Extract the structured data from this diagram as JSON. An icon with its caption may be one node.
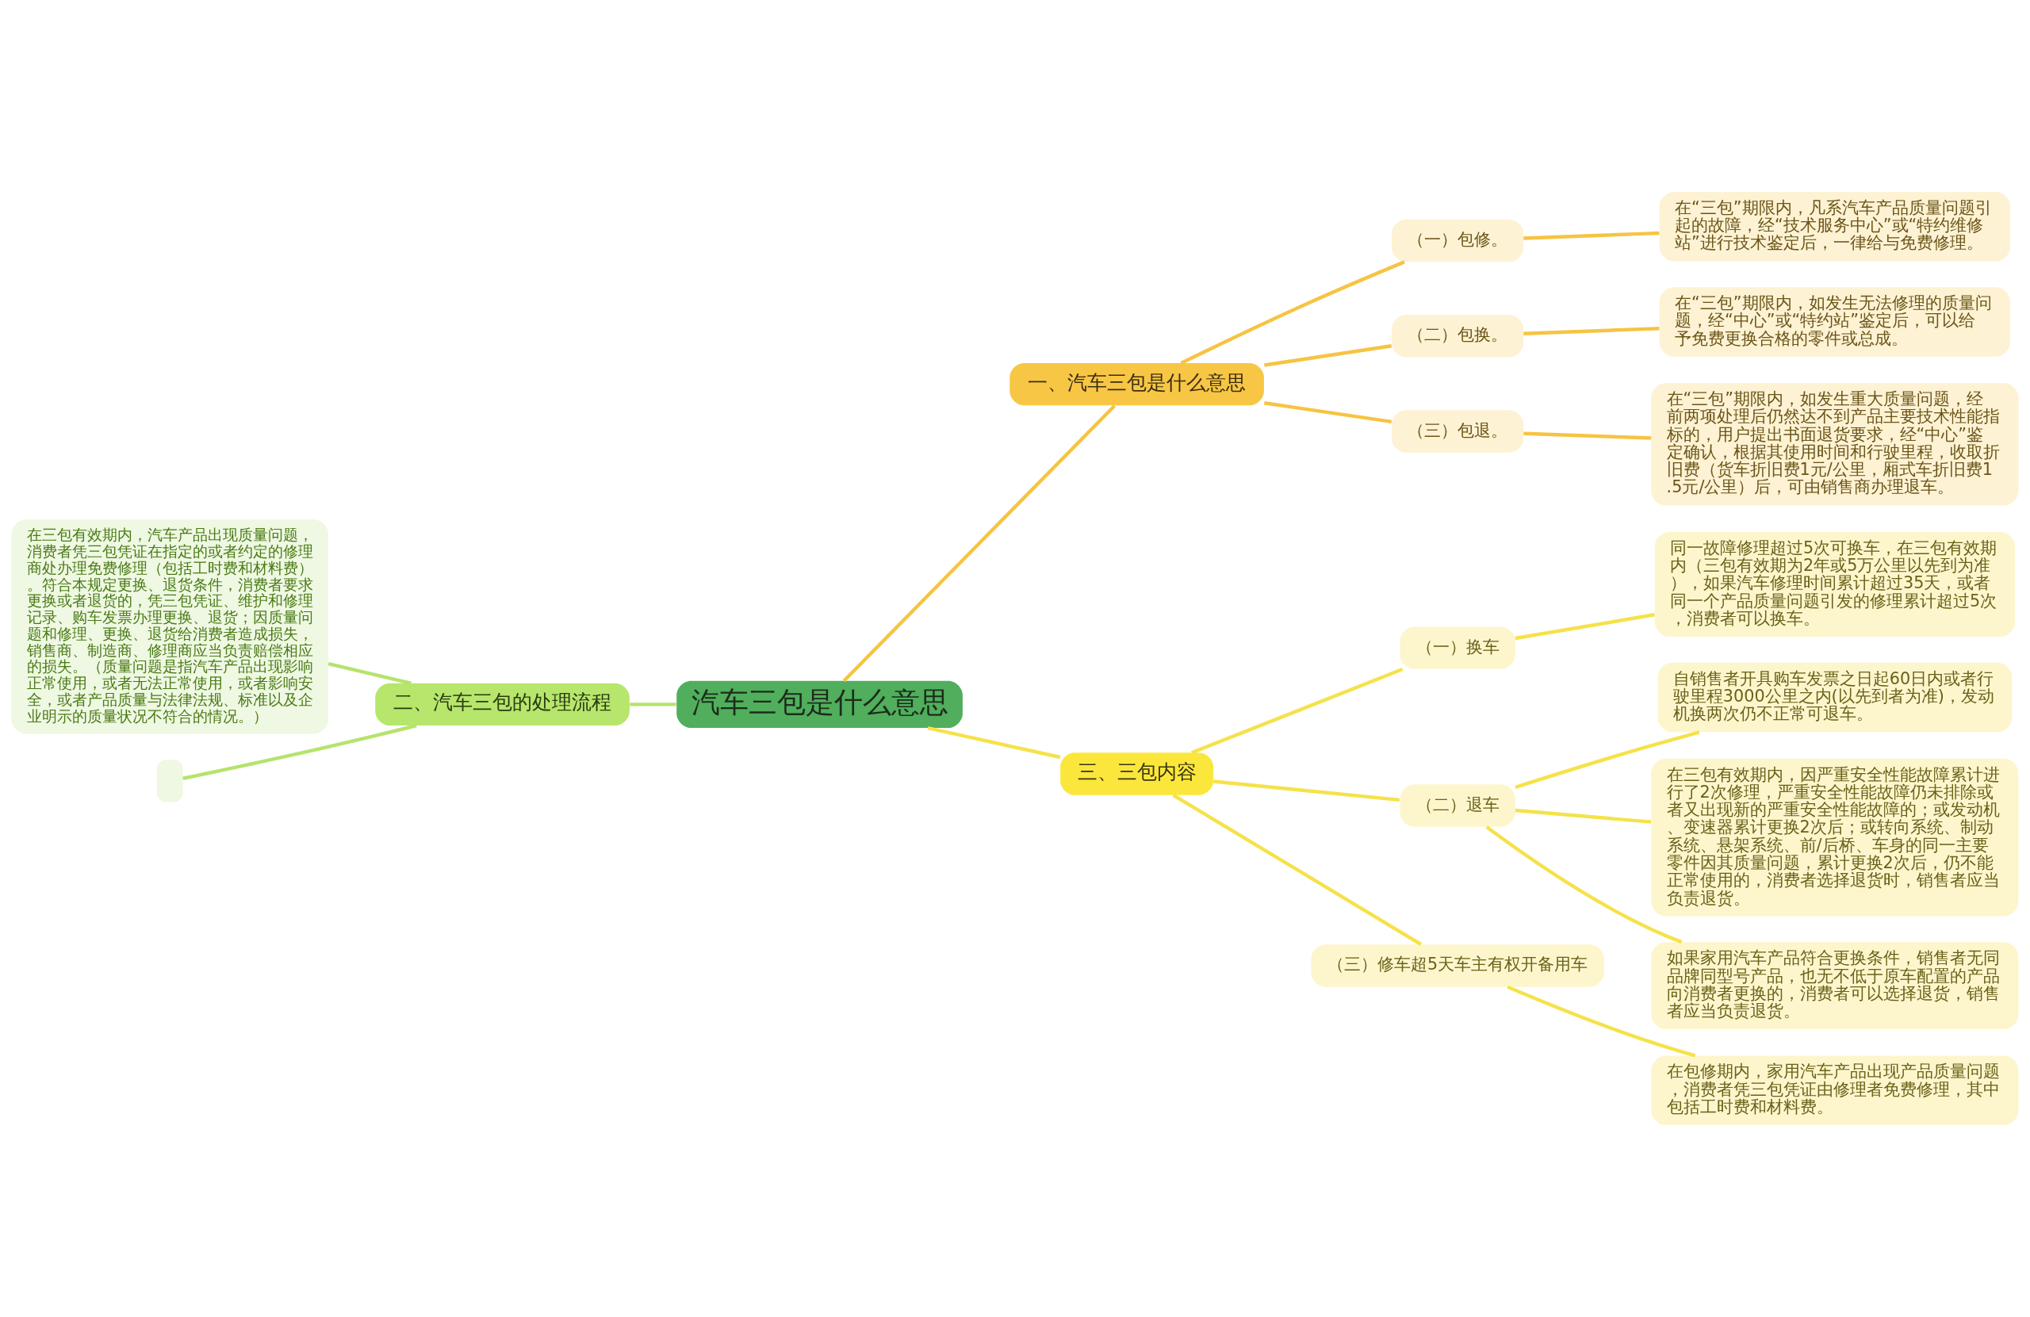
{
  "diagram": {
    "nodes": [
      {
        "text": [
          "汽车三包是什么意思"
        ]
      },
      {
        "text": [
          "一、汽车三包是什么意思"
        ]
      },
      {
        "text": [
          "（一）包修。"
        ]
      },
      {
        "text": [
          "在“三包”期限内，凡系汽车产品质量问题引起的故障，经“技术服务中心”或“特约维修站”进行技术鉴定后，一律给与免费修理。"
        ]
      },
      {
        "text": [
          "（二）包换。"
        ]
      },
      {
        "text": [
          "在“三包”期限内，如发生无法修理的质量问题，经“中心”或“特约站”鉴定后，可以给予免费更换合格的零件或总成。"
        ]
      },
      {
        "text": [
          "（三）包退。"
        ]
      },
      {
        "text": [
          "在“三包”期限内，如发生重大质量问题，经前两项处理后仍然达不到产品主要技术性能指标的，用户提出书面退货要求，经“中心”鉴定确认，根据其使用时间和行驶里程，收取折旧费（货车折旧费1元/公里，厢式车折旧费1.5元/公里）后，可由销售商办理退车。"
        ]
      },
      {
        "text": [
          "二、汽车三包的处理流程"
        ]
      },
      {
        "text": [
          "在三包有效期内，汽车产品出现质量问题，消费者凭三包凭证在指定的或者约定的修理商处办理免费修理（包括工时费和材料费）。符合本规定更换、退货条件，消费者要求更换或者退货的，凭三包凭证、维护和修理记录、购车发票办理更换、退货；因质量问题和修理、更换、退货给消费者造成损失，销售商、制造商、修理商应当负责赔偿相应的损失。（质量问题是指汽车产品出现影响正常使用，或者无法正常使用，或者影响安全，或者产品质量与法律法规、标准以及企业明示的质量状况不符合的情况。）"
        ]
      },
      {
        "text": [],
        "shape": "box"
      },
      {
        "text": [
          "三、三包内容"
        ]
      },
      {
        "text": [
          "（一）换车"
        ]
      },
      {
        "text": [
          "同一故障修理超过5次可换车，在三包有效期内（三包有效期为2年或5万公里以先到为准），如果汽车修理时间累计超过35天，或者同一个产品质量问题引发的修理累计超过5次，消费者可以换车。"
        ]
      },
      {
        "text": [
          "（二）退车"
        ]
      },
      {
        "text": [
          "自销售者开具购车发票之日起60日内或者行驶里程3000公里之内(以先到者为准)，发动机换两次仍不正常可退车。"
        ]
      },
      {
        "text": [
          "在三包有效期内，因严重安全性能故障累计进行了2次修理，严重安全性能故障仍未排除或者又出现新的严重安全性能故障的；或发动机、变速器累计更换2次后；或转向系统、制动系统、悬架系统、前/后桥、车身的同一主要零件因其质量问题，累计更换2次后，仍不能正常使用的，消费者选择退货时，销售者应当负责退货。"
        ]
      },
      {
        "text": [
          "如果家用汽车产品符合更换条件，销售者无同品牌同型号产品，也无不低于原车配置的产品向消费者更换的，消费者可以选择退货，销售者应当负责退货。"
        ]
      },
      {
        "text": [
          "（三）修车超5天车主有权开备用车"
        ]
      },
      {
        "text": [
          "在包修期内，家用汽车产品出现产品质量问题，消费者凭三包凭证由修理者免费修理，其中包括工时费和材料费。"
        ]
      }
    ],
    "edges": [
      {
        "from": 0,
        "to": 1,
        "arrow": "none",
        "color": "#f6c443"
      },
      {
        "from": 1,
        "to": 2,
        "arrow": "none",
        "color": "#f6c443"
      },
      {
        "from": 2,
        "to": 3,
        "arrow": "none",
        "color": "#f6c443"
      },
      {
        "from": 1,
        "to": 4,
        "arrow": "none",
        "color": "#f6c443"
      },
      {
        "from": 4,
        "to": 5,
        "arrow": "none",
        "color": "#f6c443"
      },
      {
        "from": 1,
        "to": 6,
        "arrow": "none",
        "color": "#f6c443"
      },
      {
        "from": 6,
        "to": 7,
        "arrow": "none",
        "color": "#f6c443"
      },
      {
        "from": 0,
        "to": 8,
        "arrow": "none",
        "color": "#b6e36b"
      },
      {
        "from": 8,
        "to": 9,
        "arrow": "none",
        "color": "#b6e36b"
      },
      {
        "from": 8,
        "to": 10,
        "arrow": "none",
        "color": "#b6e36b"
      },
      {
        "from": 0,
        "to": 11,
        "arrow": "none"
      },
      {
        "from": 11,
        "to": 12,
        "arrow": "none"
      },
      {
        "from": 12,
        "to": 13,
        "arrow": "none"
      },
      {
        "from": 11,
        "to": 14,
        "arrow": "none"
      },
      {
        "from": 14,
        "to": 15,
        "arrow": "none"
      },
      {
        "from": 14,
        "to": 16,
        "arrow": "none"
      },
      {
        "from": 14,
        "to": 17,
        "arrow": "none"
      },
      {
        "from": 11,
        "to": 18,
        "arrow": "none"
      },
      {
        "from": 18,
        "to": 19,
        "arrow": "none"
      }
    ]
  }
}
